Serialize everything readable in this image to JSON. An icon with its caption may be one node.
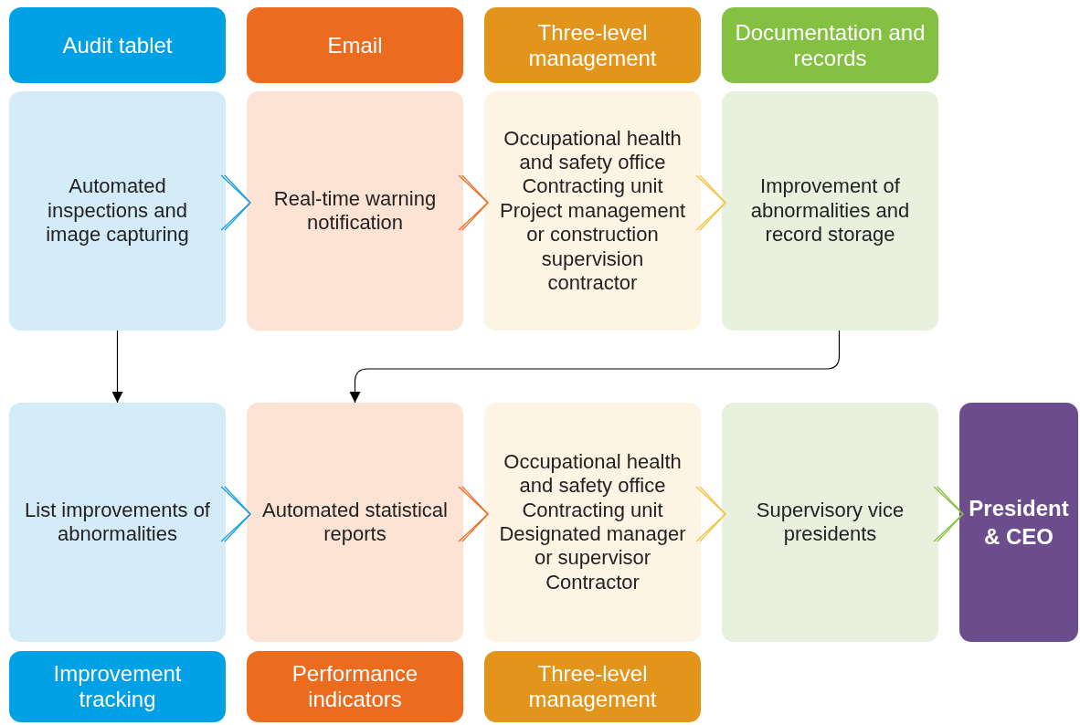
{
  "diagram": {
    "nodes": [
      {
        "text": [
          "Audit tablet"
        ]
      },
      {
        "text": [
          "Email"
        ]
      },
      {
        "text": [
          "Three-level management"
        ]
      },
      {
        "text": [
          "Documentation and records"
        ]
      },
      {
        "text": [
          "Automated inspections and image capturing"
        ]
      },
      {
        "text": [
          "Real-time warning notification"
        ]
      },
      {
        "text": [
          "Occupational health and safety office",
          "Contracting unit",
          "Project management or construction supervision contractor"
        ]
      },
      {
        "text": [
          "Improvement of abnormalities and record storage"
        ]
      },
      {
        "text": [
          "List improvements of abnormalities"
        ]
      },
      {
        "text": [
          "Automated statistical reports"
        ]
      },
      {
        "text": [
          "Occupational health and safety office",
          "Contracting unit",
          "Designated manager or supervisor",
          "Contractor"
        ]
      },
      {
        "text": [
          "Supervisory vice presidents"
        ]
      },
      {
        "text": [
          "President & CEO"
        ]
      },
      {
        "text": [
          "Improvement tracking"
        ]
      },
      {
        "text": [
          "Performance indicators"
        ]
      },
      {
        "text": [
          "Three-level management"
        ]
      }
    ],
    "edges": [
      {
        "from": 4,
        "to": 5,
        "arrow": "to",
        "color": "#1a9fe0"
      },
      {
        "from": 5,
        "to": 6,
        "arrow": "to",
        "color": "#ec6c1f"
      },
      {
        "from": 6,
        "to": 7,
        "arrow": "to",
        "color": "#f5c242"
      },
      {
        "from": 4,
        "to": 8,
        "arrow": "to",
        "color": "#000000"
      },
      {
        "from": 7,
        "to": 9,
        "arrow": "to",
        "color": "#000000"
      },
      {
        "from": 8,
        "to": 9,
        "arrow": "to",
        "color": "#1a9fe0"
      },
      {
        "from": 9,
        "to": 10,
        "arrow": "to",
        "color": "#ec6c1f"
      },
      {
        "from": 10,
        "to": 11,
        "arrow": "to",
        "color": "#f5c242"
      },
      {
        "from": 11,
        "to": 12,
        "arrow": "to",
        "color": "#84c142"
      }
    ]
  }
}
